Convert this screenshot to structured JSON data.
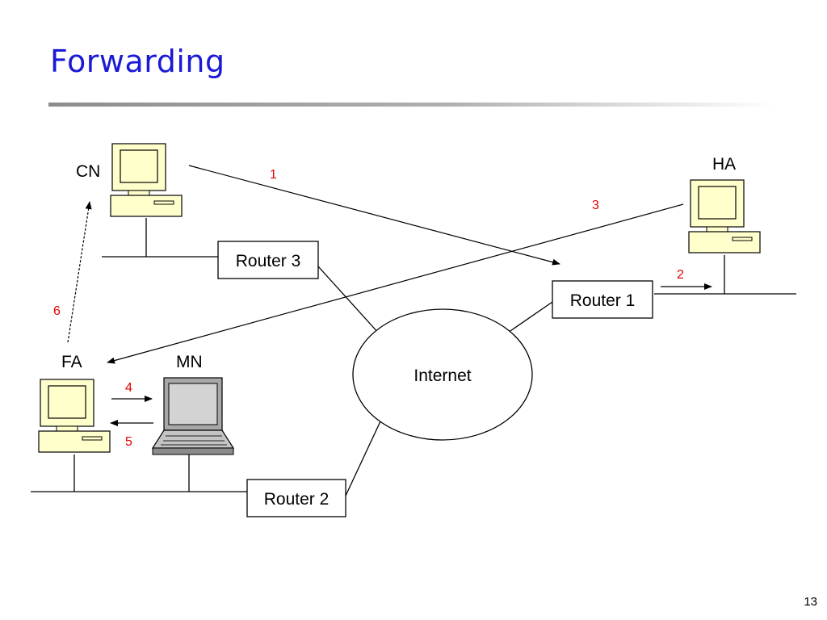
{
  "slide": {
    "title": "Forwarding",
    "page_number": "13"
  },
  "nodes": {
    "cn": "CN",
    "ha": "HA",
    "fa": "FA",
    "mn": "MN",
    "router1": "Router 1",
    "router2": "Router 2",
    "router3": "Router 3",
    "internet": "Internet"
  },
  "steps": [
    "1",
    "2",
    "3",
    "4",
    "5",
    "6"
  ],
  "colors": {
    "title": "#1a1ad6",
    "step": "#e00000",
    "computer": "#ffffcc"
  }
}
